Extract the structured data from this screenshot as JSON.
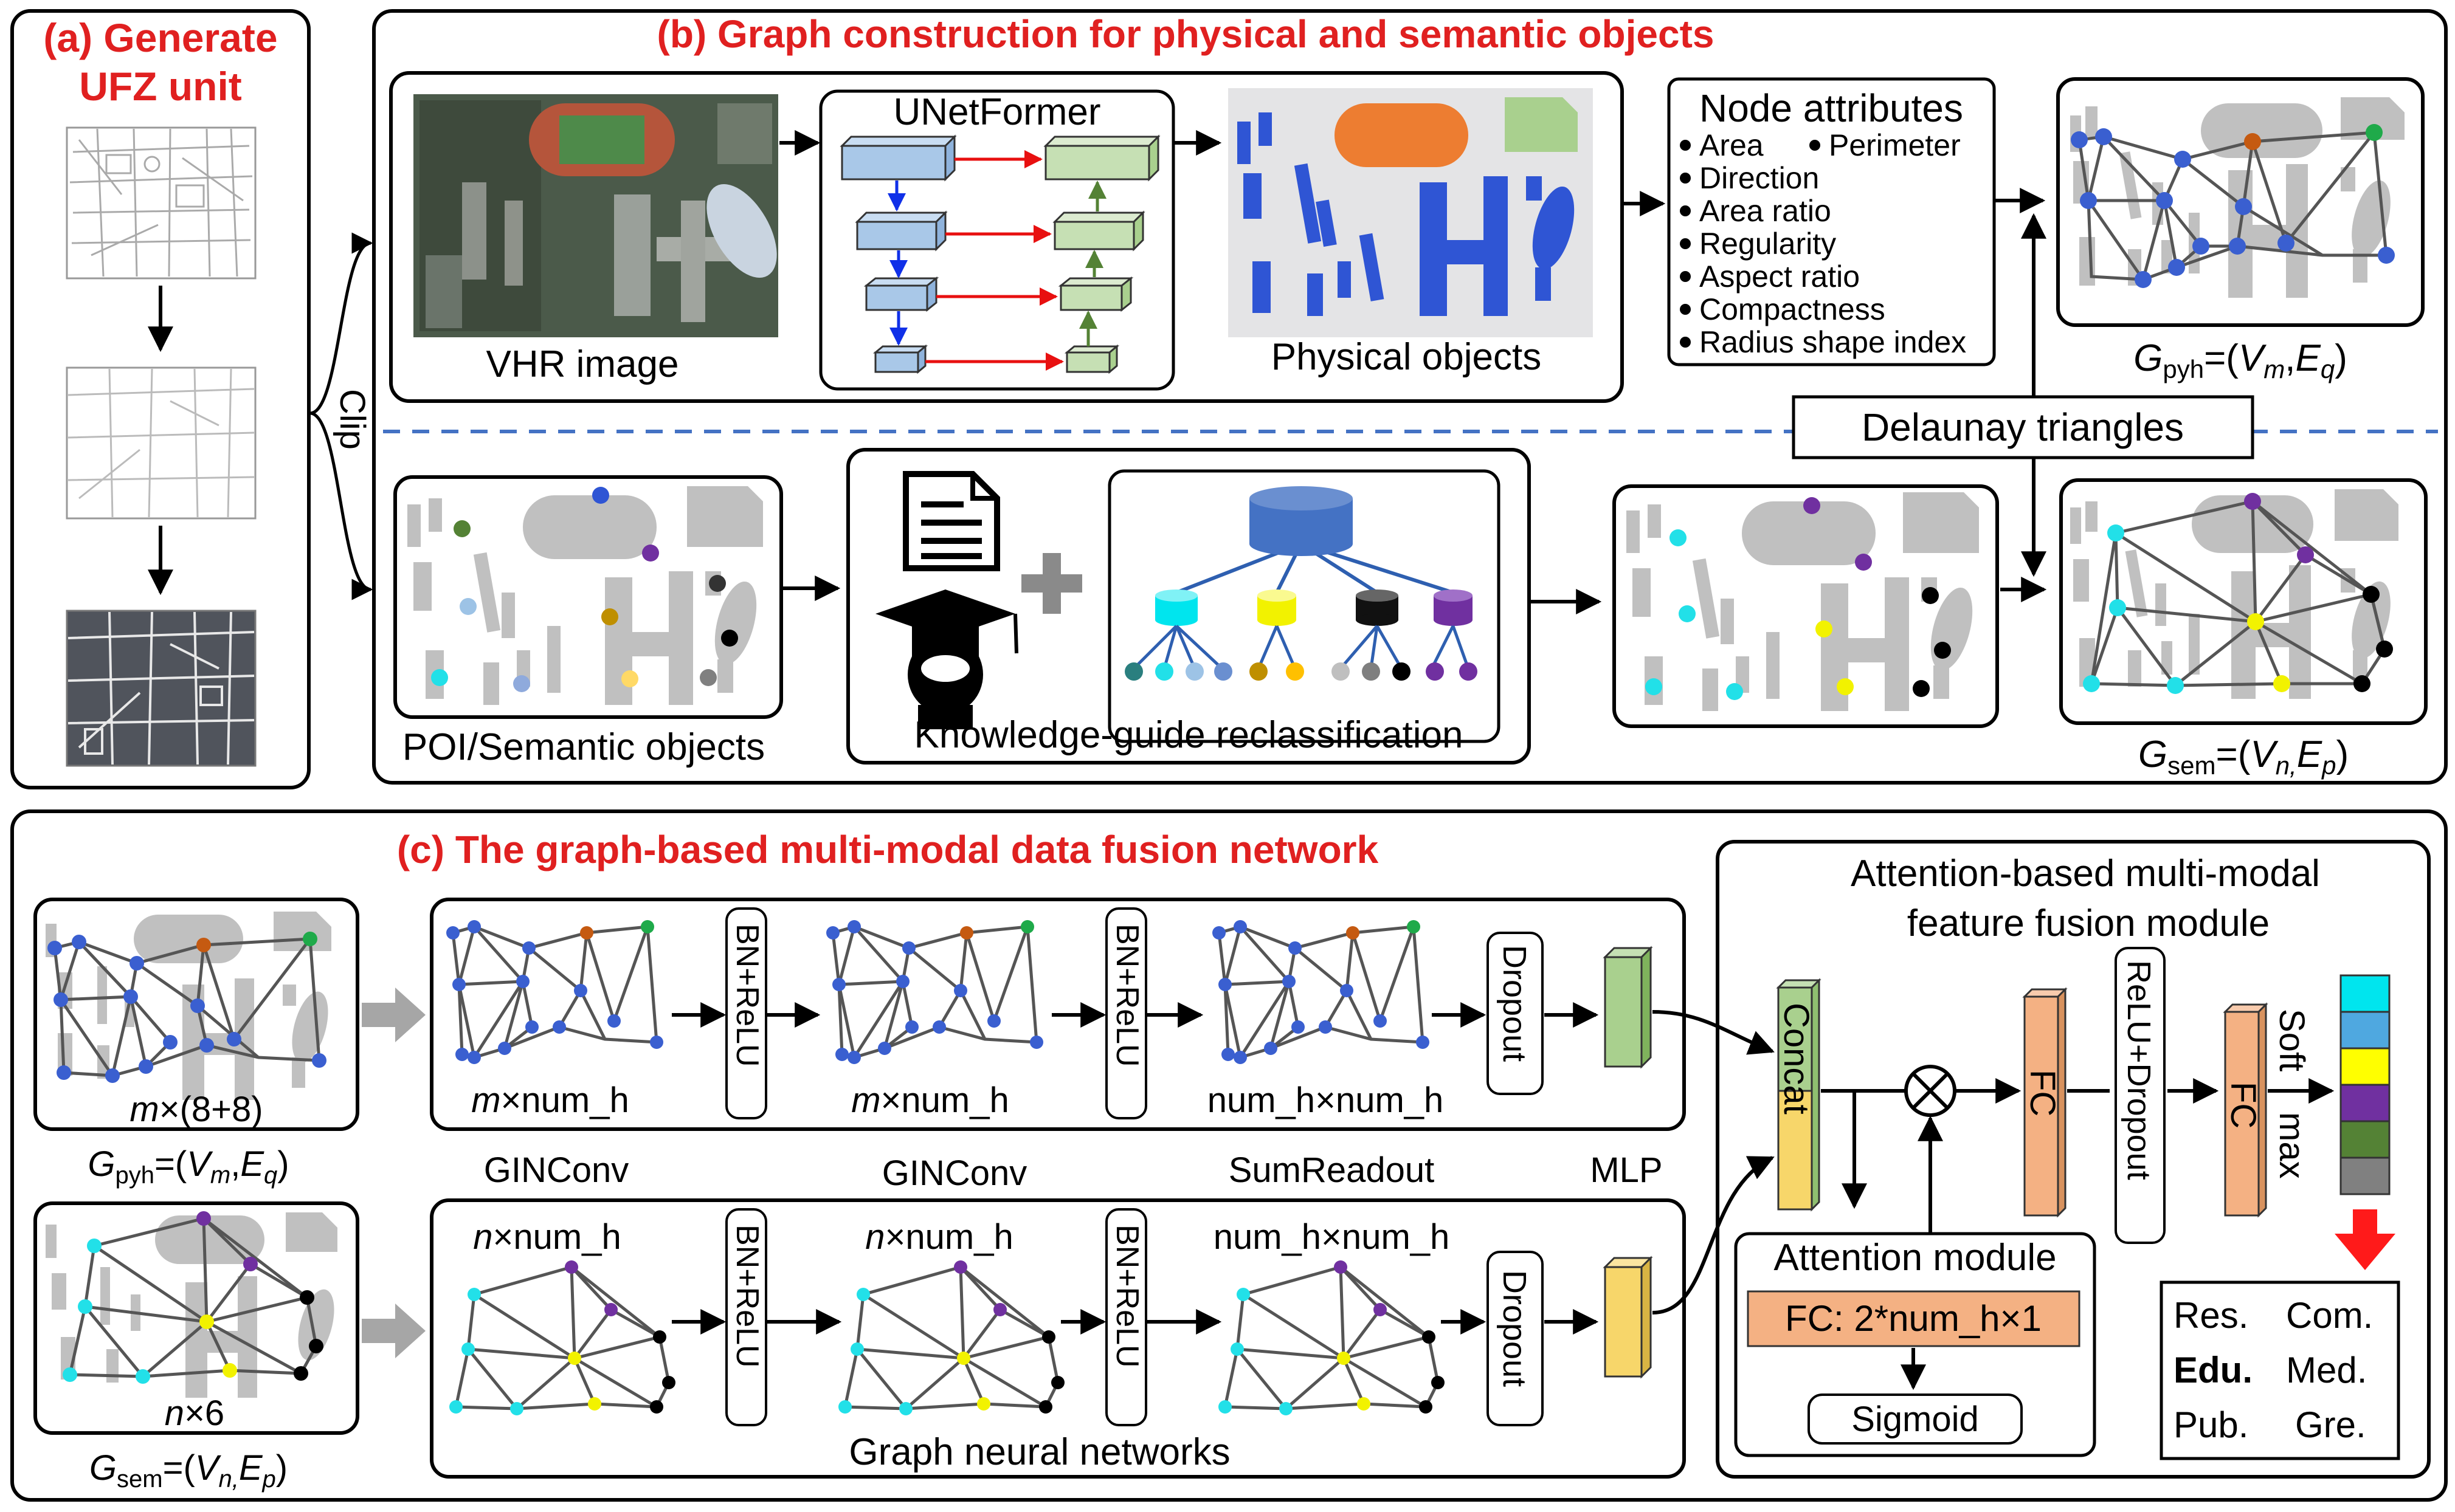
{
  "panel_a": {
    "title_line1": "(a) Generate",
    "title_line2": "UFZ unit"
  },
  "panel_b": {
    "title": "(b) Graph construction for physical and semantic objects",
    "clip_label": "Clip",
    "vhr_label": "VHR image",
    "unetformer_label": "UNetFormer",
    "physical_label": "Physical objects",
    "node_attr_title": "Node attributes",
    "node_attr_items": [
      "Area",
      "Perimeter",
      "Direction",
      "Area ratio",
      "Regularity",
      "Aspect ratio",
      "Compactness",
      "Radius shape index"
    ],
    "g_pyh": {
      "g": "G",
      "sub": "pyh",
      "rest1": "=(",
      "v": "V",
      "vsub": "m",
      "comma": ",",
      "e": "E",
      "esub": "q",
      "close": ")"
    },
    "delaunay_label": "Delaunay triangles",
    "poi_label": "POI/Semantic objects",
    "knowledge_label": "Knowledge-guide reclassification",
    "g_sem": {
      "g": "G",
      "sub": "sem",
      "rest1": "=(",
      "v": "V",
      "vsub": "n,",
      "e": "E",
      "esub": "p",
      "close": ")"
    }
  },
  "panel_c": {
    "title": "(c) The graph-based multi-modal data fusion network",
    "m_dim": {
      "m": "m",
      "rest": "×(8+8)"
    },
    "n_dim": {
      "n": "n",
      "rest": "×6"
    },
    "top_dims": [
      {
        "v": "m",
        "rest": "×num_h"
      },
      {
        "v": "m",
        "rest": "×num_h"
      },
      {
        "v": "",
        "rest": "num_h×num_h"
      }
    ],
    "bot_dims": [
      {
        "v": "n",
        "rest": "×num_h"
      },
      {
        "v": "n",
        "rest": "×num_h"
      },
      {
        "v": "",
        "rest": "num_h×num_h"
      }
    ],
    "bn_relu": "BN+ReLU",
    "dropout": "Dropout",
    "layer_labels": [
      "GINConv",
      "GINConv",
      "SumReadout",
      "MLP"
    ],
    "gnn_label": "Graph neural networks",
    "fusion_title_1": "Attention-based multi-modal",
    "fusion_title_2": "feature fusion module",
    "concat": "Concat",
    "fc": "FC",
    "relu_dropout": "ReLU+Dropout",
    "softmax_1": "Soft",
    "softmax_2": "max",
    "attention_title": "Attention module",
    "fc_attention": "FC: 2*num_h×1",
    "sigmoid": "Sigmoid",
    "classes": [
      [
        "Res.",
        "Com."
      ],
      [
        "Edu.",
        "Med."
      ],
      [
        "Pub.",
        "Gre."
      ]
    ]
  },
  "colors": {
    "title_red": "#e02020",
    "encoder_blue": "#a9c8e8",
    "decoder_green": "#c6e0b4",
    "concat_green": "#a9d08e",
    "concat_yellow": "#f7d66a",
    "fc_orange": "#f4b183",
    "node_blue": "#3a5fd0",
    "node_cyan": "#22e0e8",
    "node_yellow": "#f2f200",
    "node_purple": "#7030a0",
    "node_black": "#000000",
    "node_orange": "#c55a11",
    "node_green": "#1faa4a",
    "dashed_divider": "#4472c4",
    "big_arrow_red": "#ff1a1a",
    "softmax_colors": [
      "#00e5ee",
      "#4fa8e0",
      "#ffff00",
      "#7030a0",
      "#548235",
      "#808080"
    ]
  }
}
